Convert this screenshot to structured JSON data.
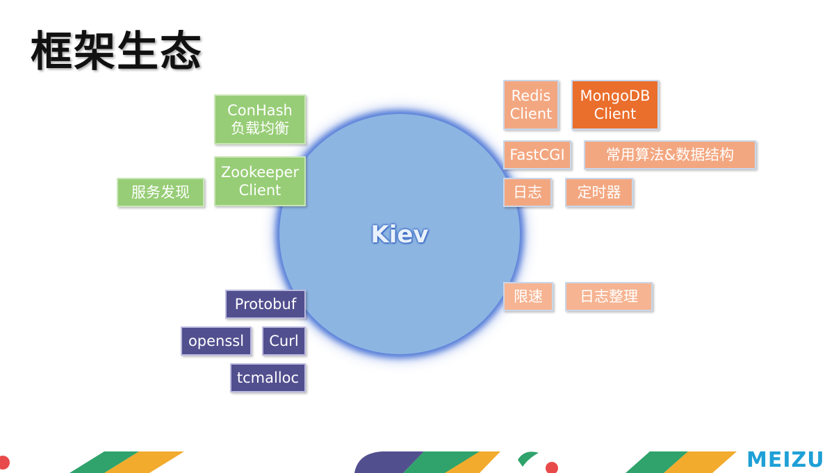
{
  "slide": {
    "title": "框架生态"
  },
  "hub": {
    "label": "Kiev"
  },
  "left_group": {
    "conhash": {
      "line1": "ConHash",
      "line2": "负载均衡"
    },
    "zookeeper": {
      "line1": "Zookeeper",
      "line2": "Client"
    },
    "service_discovery": "服务发现"
  },
  "bottom_left_group": {
    "protobuf": "Protobuf",
    "openssl": "openssl",
    "curl": "Curl",
    "tcmalloc": "tcmalloc"
  },
  "right_group": {
    "redis": {
      "line1": "Redis",
      "line2": "Client"
    },
    "mongodb": {
      "line1": "MongoDB",
      "line2": "Client"
    },
    "fastcgi": "FastCGI",
    "algorithms": "常用算法&数据结构",
    "log": "日志",
    "timer": "定时器",
    "rate_limit": "限速",
    "log_organize": "日志整理"
  },
  "footer": {
    "brand": "MEIZU"
  },
  "colors": {
    "green": "#97cd76",
    "purple": "#524f8f",
    "orange_light": "#f3a780",
    "orange_dark": "#ea6e2c",
    "hub_blue": "#8db5e2",
    "brand_blue": "#1ea0d6"
  }
}
